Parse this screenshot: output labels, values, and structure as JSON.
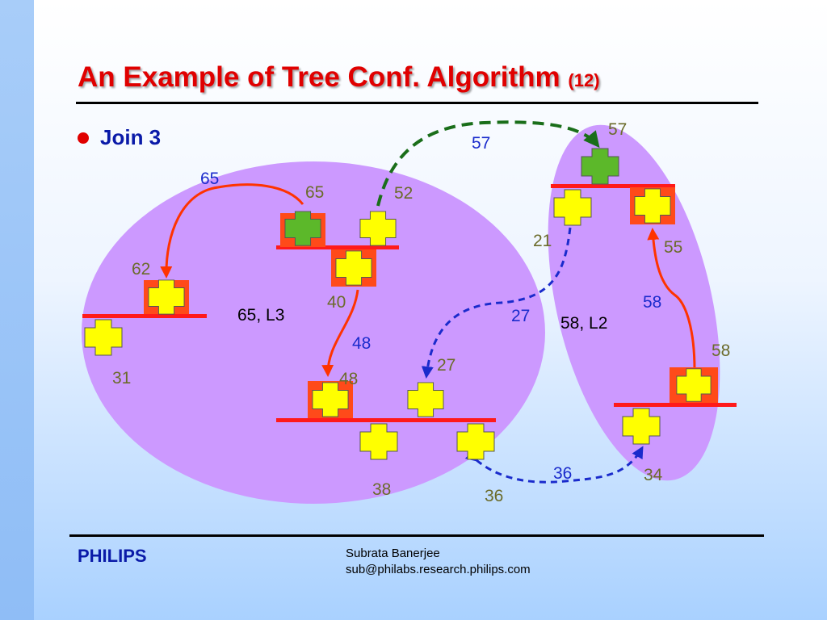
{
  "slide": {
    "title_main": "An Example of Tree Conf. Algorithm",
    "title_suffix": "(12)",
    "bullet": "Join 3"
  },
  "footer": {
    "brand": "PHILIPS",
    "author": "Subrata Banerjee",
    "email": "sub@philabs.research.philips.com"
  },
  "diagram": {
    "colors": {
      "cluster_fill": "#cc99ff",
      "node_yellow": "#ffff00",
      "node_green": "#5cb82a",
      "node_highlight_border": "#ff4a1a",
      "bar": "#ff1a1a",
      "arrow_red": "#ff3300",
      "arrow_blue_dashed": "#1a2bcc",
      "arrow_green_dashed": "#1a6e1a",
      "label_olive": "#6b6b2a",
      "label_blue": "#1a2bcc"
    },
    "cluster_labels": [
      "65, L3",
      "58, L2"
    ],
    "node_labels": [
      "65",
      "52",
      "62",
      "40",
      "31",
      "48",
      "27",
      "38",
      "36",
      "57",
      "21",
      "55",
      "58",
      "34"
    ],
    "arrow_labels": [
      "65",
      "48",
      "27",
      "57",
      "58",
      "36"
    ]
  }
}
